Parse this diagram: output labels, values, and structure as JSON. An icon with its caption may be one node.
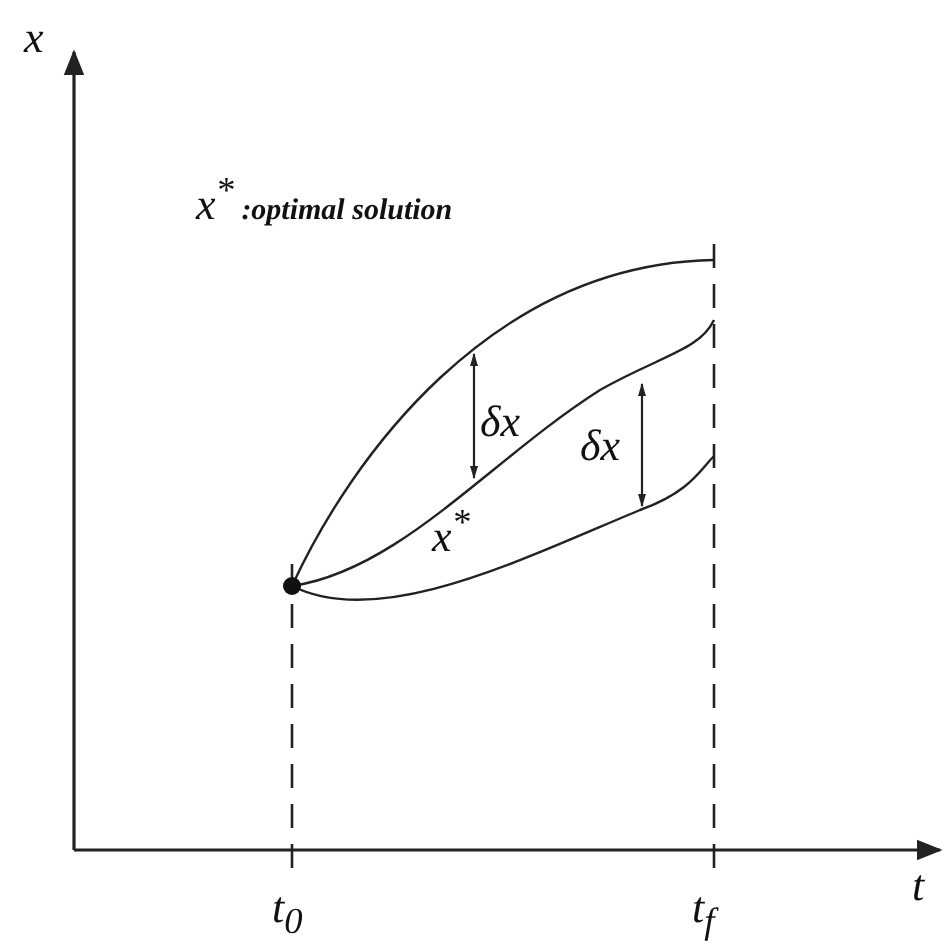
{
  "diagram": {
    "labels": [
      "x",
      "x$^{*}$ :optimal solution",
      "δx",
      "δx",
      "x$^{*}$",
      "t$_{0}$",
      "t$_{f}$",
      "t"
    ]
  }
}
